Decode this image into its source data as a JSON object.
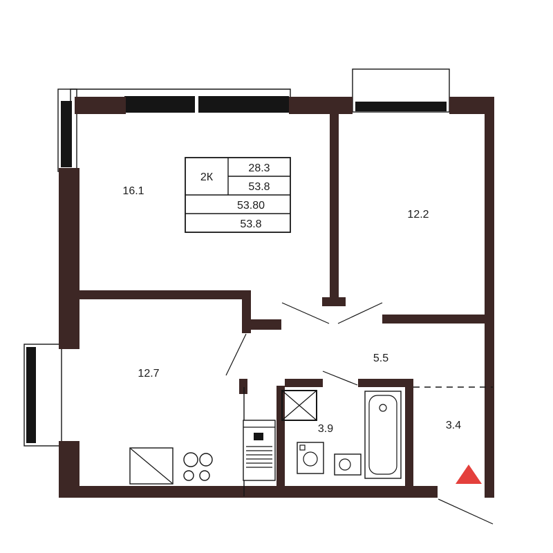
{
  "plan": {
    "spec_table": {
      "unit_label": "2К",
      "rows": [
        "28.3",
        "53.8",
        "53.80",
        "53.8"
      ]
    },
    "rooms": [
      {
        "name": "room-top-left",
        "area": "16.1"
      },
      {
        "name": "room-top-right",
        "area": "12.2"
      },
      {
        "name": "room-bottom-left",
        "area": "12.7"
      },
      {
        "name": "hallway",
        "area": "5.5"
      },
      {
        "name": "bathroom",
        "area": "3.9"
      },
      {
        "name": "niche",
        "area": "3.4"
      }
    ],
    "colors": {
      "wall": "#3d2725",
      "line": "#151515",
      "entrance_arrow": "#e4403c",
      "background": "#ffffff"
    },
    "icons": [
      {
        "name": "entrance-arrow",
        "shape": "red-triangle-up"
      }
    ]
  }
}
